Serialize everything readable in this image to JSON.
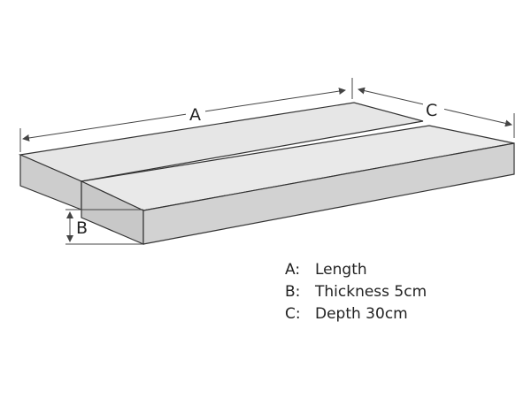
{
  "dimensions": {
    "a_label": "A",
    "b_label": "B",
    "c_label": "C"
  },
  "legend": [
    {
      "key": "A:",
      "text": "Length"
    },
    {
      "key": "B:",
      "text": "Thickness 5cm"
    },
    {
      "key": "C:",
      "text": "Depth 30cm"
    }
  ],
  "colors": {
    "top_face": "#e6e6e6",
    "front_face": "#cdcdcd",
    "side_face": "#bdbdbd",
    "outline": "#333333",
    "dimension_line": "#444444"
  }
}
